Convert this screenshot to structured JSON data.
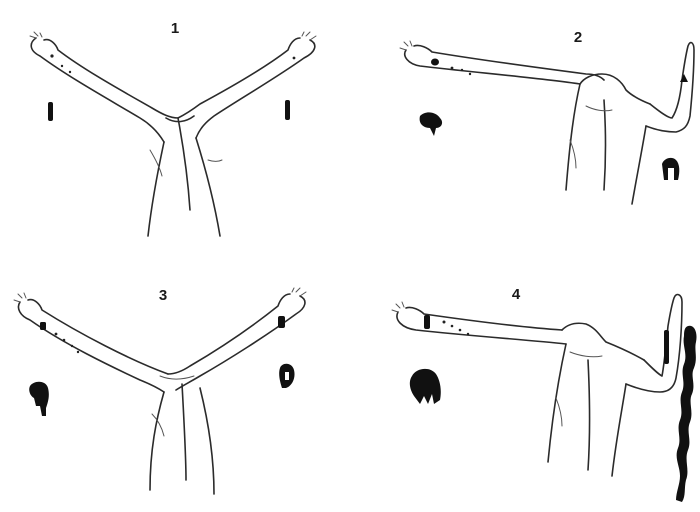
{
  "panels": [
    {
      "id": "panel-1",
      "label": "1",
      "pose": "both-arms-raised"
    },
    {
      "id": "panel-2",
      "label": "2",
      "pose": "arm-extended-arm-bent"
    },
    {
      "id": "panel-3",
      "label": "3",
      "pose": "both-arms-raised"
    },
    {
      "id": "panel-4",
      "label": "4",
      "pose": "arm-extended-arm-bent"
    }
  ],
  "colors": {
    "background": "#ffffff",
    "line": "#2b2b2b",
    "mark": "#111111"
  }
}
